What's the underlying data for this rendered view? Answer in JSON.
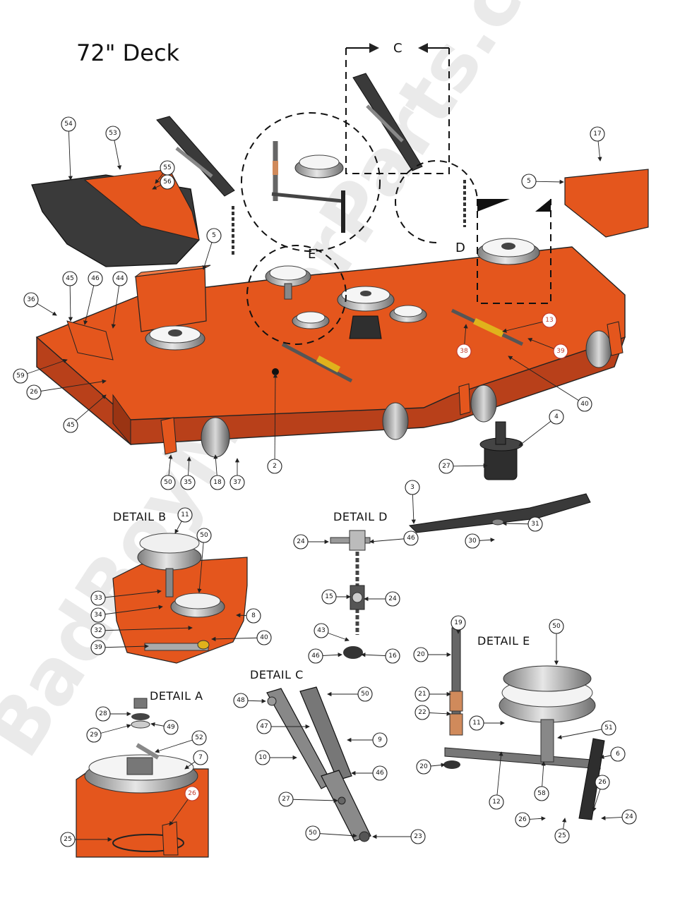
{
  "title": "72\" Deck",
  "watermark": "BadBoyMowerParts.com",
  "view_labels": [
    "C",
    "D",
    "E"
  ],
  "details": {
    "b": "DETAIL  B",
    "d": "DETAIL  D",
    "e": "DETAIL  E",
    "a": "DETAIL  A",
    "c": "DETAIL  C"
  },
  "colors": {
    "deck": "#e4561d",
    "deck_dark": "#b8401a",
    "steel": "#9a9a9a",
    "dark": "#333333",
    "callout_red": "#c0392b"
  },
  "callouts": [
    {
      "n": "54"
    },
    {
      "n": "53"
    },
    {
      "n": "55"
    },
    {
      "n": "56"
    },
    {
      "n": "5"
    },
    {
      "n": "45"
    },
    {
      "n": "46"
    },
    {
      "n": "44"
    },
    {
      "n": "36"
    },
    {
      "n": "59"
    },
    {
      "n": "26"
    },
    {
      "n": "45"
    },
    {
      "n": "50"
    },
    {
      "n": "35"
    },
    {
      "n": "18"
    },
    {
      "n": "37"
    },
    {
      "n": "2"
    },
    {
      "n": "27"
    },
    {
      "n": "4"
    },
    {
      "n": "40"
    },
    {
      "n": "38"
    },
    {
      "n": "13"
    },
    {
      "n": "39"
    },
    {
      "n": "5"
    },
    {
      "n": "17"
    },
    {
      "n": "11"
    },
    {
      "n": "50"
    },
    {
      "n": "33"
    },
    {
      "n": "34"
    },
    {
      "n": "8"
    },
    {
      "n": "32"
    },
    {
      "n": "39"
    },
    {
      "n": "40"
    },
    {
      "n": "24"
    },
    {
      "n": "46"
    },
    {
      "n": "15"
    },
    {
      "n": "24"
    },
    {
      "n": "43"
    },
    {
      "n": "46"
    },
    {
      "n": "16"
    },
    {
      "n": "3"
    },
    {
      "n": "31"
    },
    {
      "n": "30"
    },
    {
      "n": "28"
    },
    {
      "n": "29"
    },
    {
      "n": "49"
    },
    {
      "n": "52"
    },
    {
      "n": "7"
    },
    {
      "n": "26"
    },
    {
      "n": "25"
    },
    {
      "n": "48"
    },
    {
      "n": "50"
    },
    {
      "n": "47"
    },
    {
      "n": "9"
    },
    {
      "n": "10"
    },
    {
      "n": "46"
    },
    {
      "n": "27"
    },
    {
      "n": "50"
    },
    {
      "n": "23"
    },
    {
      "n": "19"
    },
    {
      "n": "20"
    },
    {
      "n": "50"
    },
    {
      "n": "21"
    },
    {
      "n": "22"
    },
    {
      "n": "11"
    },
    {
      "n": "51"
    },
    {
      "n": "20"
    },
    {
      "n": "6"
    },
    {
      "n": "12"
    },
    {
      "n": "58"
    },
    {
      "n": "26"
    },
    {
      "n": "26"
    },
    {
      "n": "25"
    },
    {
      "n": "24"
    }
  ]
}
